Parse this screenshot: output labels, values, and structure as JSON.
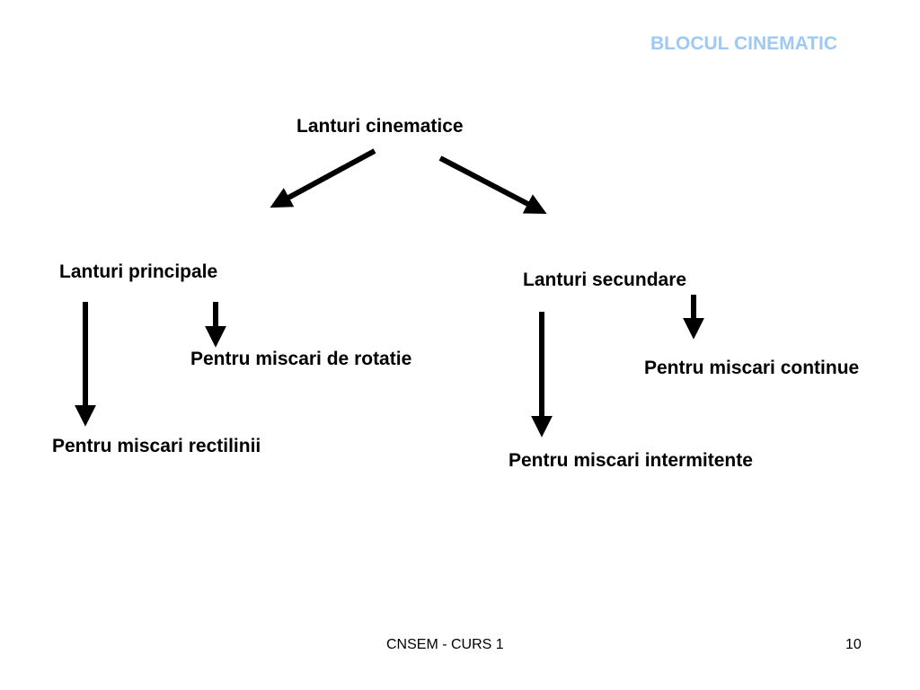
{
  "header": {
    "title": "BLOCUL CINEMATIC"
  },
  "diagram": {
    "root": "Lanturi cinematice",
    "branches": [
      {
        "label": "Lanturi principale",
        "children": [
          "Pentru miscari rectilinii",
          "Pentru miscari de rotatie"
        ]
      },
      {
        "label": "Lanturi secundare",
        "children": [
          "Pentru miscari intermitente",
          "Pentru miscari continue"
        ]
      }
    ]
  },
  "footer": {
    "course": "CNSEM - CURS 1",
    "page": "10"
  },
  "colors": {
    "title": "#9fc9f2",
    "text": "#000000",
    "arrow": "#000000",
    "background": "#ffffff"
  }
}
